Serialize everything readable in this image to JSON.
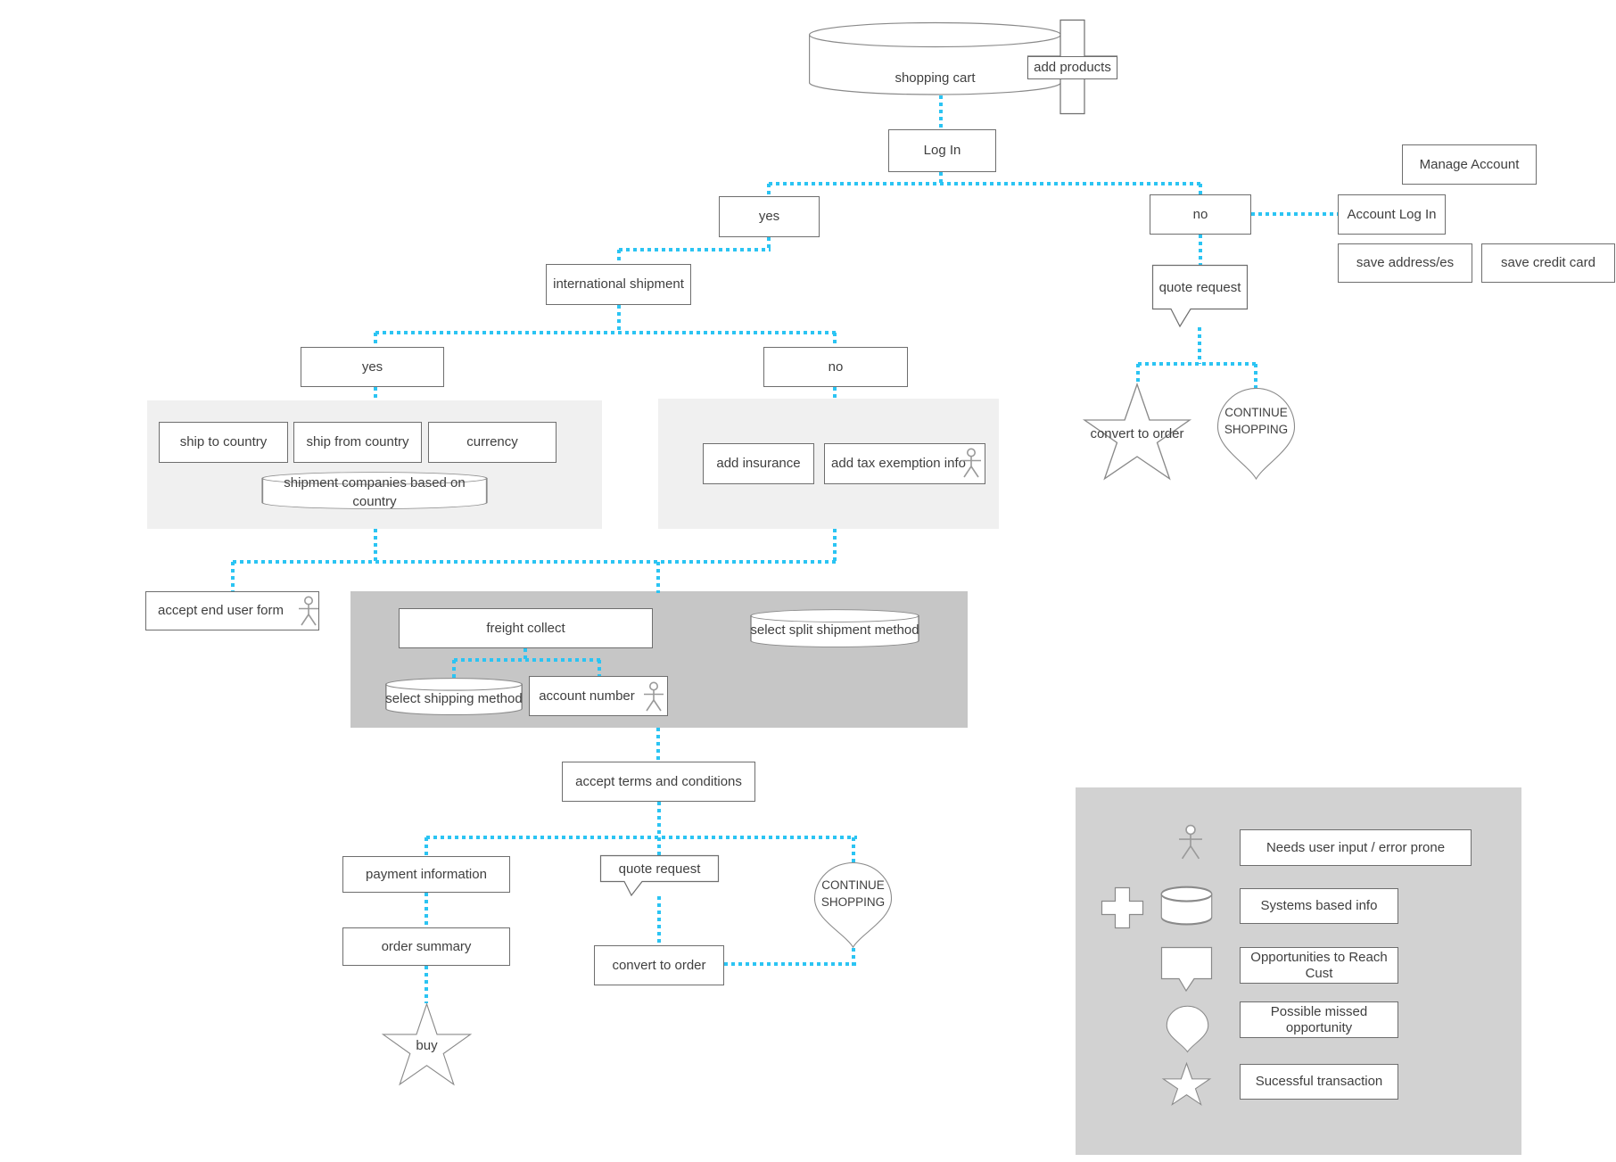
{
  "colors": {
    "connector": "#2bc4f3",
    "border": "#6e6e6e",
    "shape_outline": "#8a8a8a",
    "figure": "#9a9a9a",
    "panel_light": "#f0f0f0",
    "panel_dark": "#c6c6c6",
    "legend_panel": "#d2d2d2",
    "text": "#3f3f3f"
  },
  "nodes": {
    "shopping_cart": "shopping cart",
    "add_products": "add products",
    "log_in": "Log In",
    "manage_account": "Manage Account",
    "login_yes": "yes",
    "login_no": "no",
    "account_log_in": "Account Log In",
    "save_addresses": "save address/es",
    "save_credit_card": "save credit card",
    "quote_request_top": "quote request",
    "convert_to_order_top": "convert to order",
    "continue_shopping_top": "CONTINUE SHOPPING",
    "international_shipment": "international shipment",
    "intl_yes": "yes",
    "intl_no": "no",
    "ship_to_country": "ship to country",
    "ship_from_country": "ship from country",
    "currency": "currency",
    "shipment_companies": "shipment companies based on country",
    "add_insurance": "add insurance",
    "add_tax_exemption": "add tax exemption info",
    "accept_end_user_form": "accept end user form",
    "freight_collect": "freight collect",
    "select_split_shipment": "select split shipment method",
    "select_shipping_method": "select shipping method",
    "account_number": "account number",
    "accept_terms": "accept terms and conditions",
    "payment_information": "payment information",
    "quote_request_bottom": "quote request",
    "continue_shopping_bottom": "CONTINUE SHOPPING",
    "order_summary": "order summary",
    "convert_to_order_bottom": "convert to order",
    "buy": "buy"
  },
  "legend": {
    "items": [
      {
        "icon": "person-icon",
        "label": "Needs user input / error prone"
      },
      {
        "icon": "plus-icon database-icon",
        "label": "Systems based info"
      },
      {
        "icon": "callout-icon",
        "label": "Opportunities to Reach Cust"
      },
      {
        "icon": "pin-icon",
        "label": "Possible missed opportunity"
      },
      {
        "icon": "star-icon",
        "label": "Sucessful transaction"
      }
    ]
  }
}
